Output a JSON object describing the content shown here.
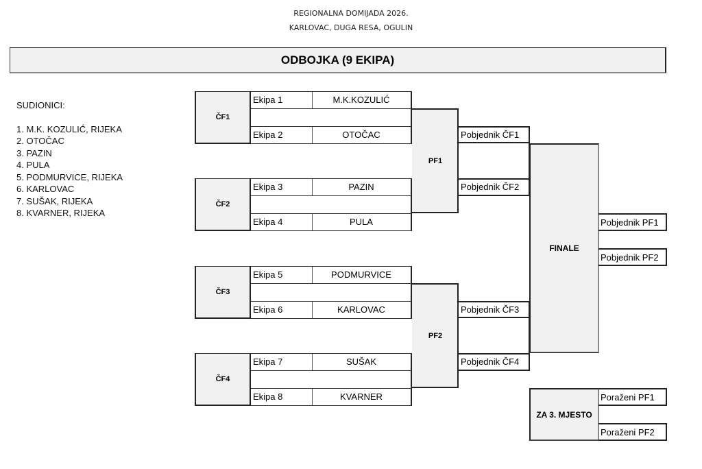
{
  "header": {
    "line1": "REGIONALNA DOMIJADA 2026.",
    "line2": "KARLOVAC, DUGA RESA, OGULIN",
    "title": "ODBOJKA (9 EKIPA)"
  },
  "participants": {
    "heading": "SUDIONICI:",
    "items": [
      "1. M.K. KOZULIĆ, RIJEKA",
      "2. OTOČAC",
      "3. PAZIN",
      "4. PULA",
      "5. PODMURVICE, RIJEKA",
      "6. KARLOVAC",
      "7. SUŠAK, RIJEKA",
      "8. KVARNER, RIJEKA"
    ]
  },
  "quarterfinals": [
    {
      "label": "ČF1",
      "slots": [
        {
          "team_label": "Ekipa 1",
          "team": "M.K.KOZULIĆ"
        },
        {
          "team_label": "Ekipa 2",
          "team": "OTOČAC"
        }
      ]
    },
    {
      "label": "ČF2",
      "slots": [
        {
          "team_label": "Ekipa 3",
          "team": "PAZIN"
        },
        {
          "team_label": "Ekipa 4",
          "team": "PULA"
        }
      ]
    },
    {
      "label": "ČF3",
      "slots": [
        {
          "team_label": "Ekipa 5",
          "team": "PODMURVICE"
        },
        {
          "team_label": "Ekipa 6",
          "team": "KARLOVAC"
        }
      ]
    },
    {
      "label": "ČF4",
      "slots": [
        {
          "team_label": "Ekipa 7",
          "team": "SUŠAK"
        },
        {
          "team_label": "Ekipa 8",
          "team": "KVARNER"
        }
      ]
    }
  ],
  "semifinals": [
    {
      "label": "PF1",
      "slots": [
        "Pobjednik ČF1",
        "Pobjednik ČF2"
      ]
    },
    {
      "label": "PF2",
      "slots": [
        "Pobjednik ČF3",
        "Pobjednik ČF4"
      ]
    }
  ],
  "final": {
    "label": "FINALE",
    "slots": [
      "Pobjednik PF1",
      "Pobjednik PF2"
    ]
  },
  "third_place": {
    "label": "ZA 3. MJESTO",
    "slots": [
      "Poraženi PF1",
      "Poraženi PF2"
    ]
  }
}
